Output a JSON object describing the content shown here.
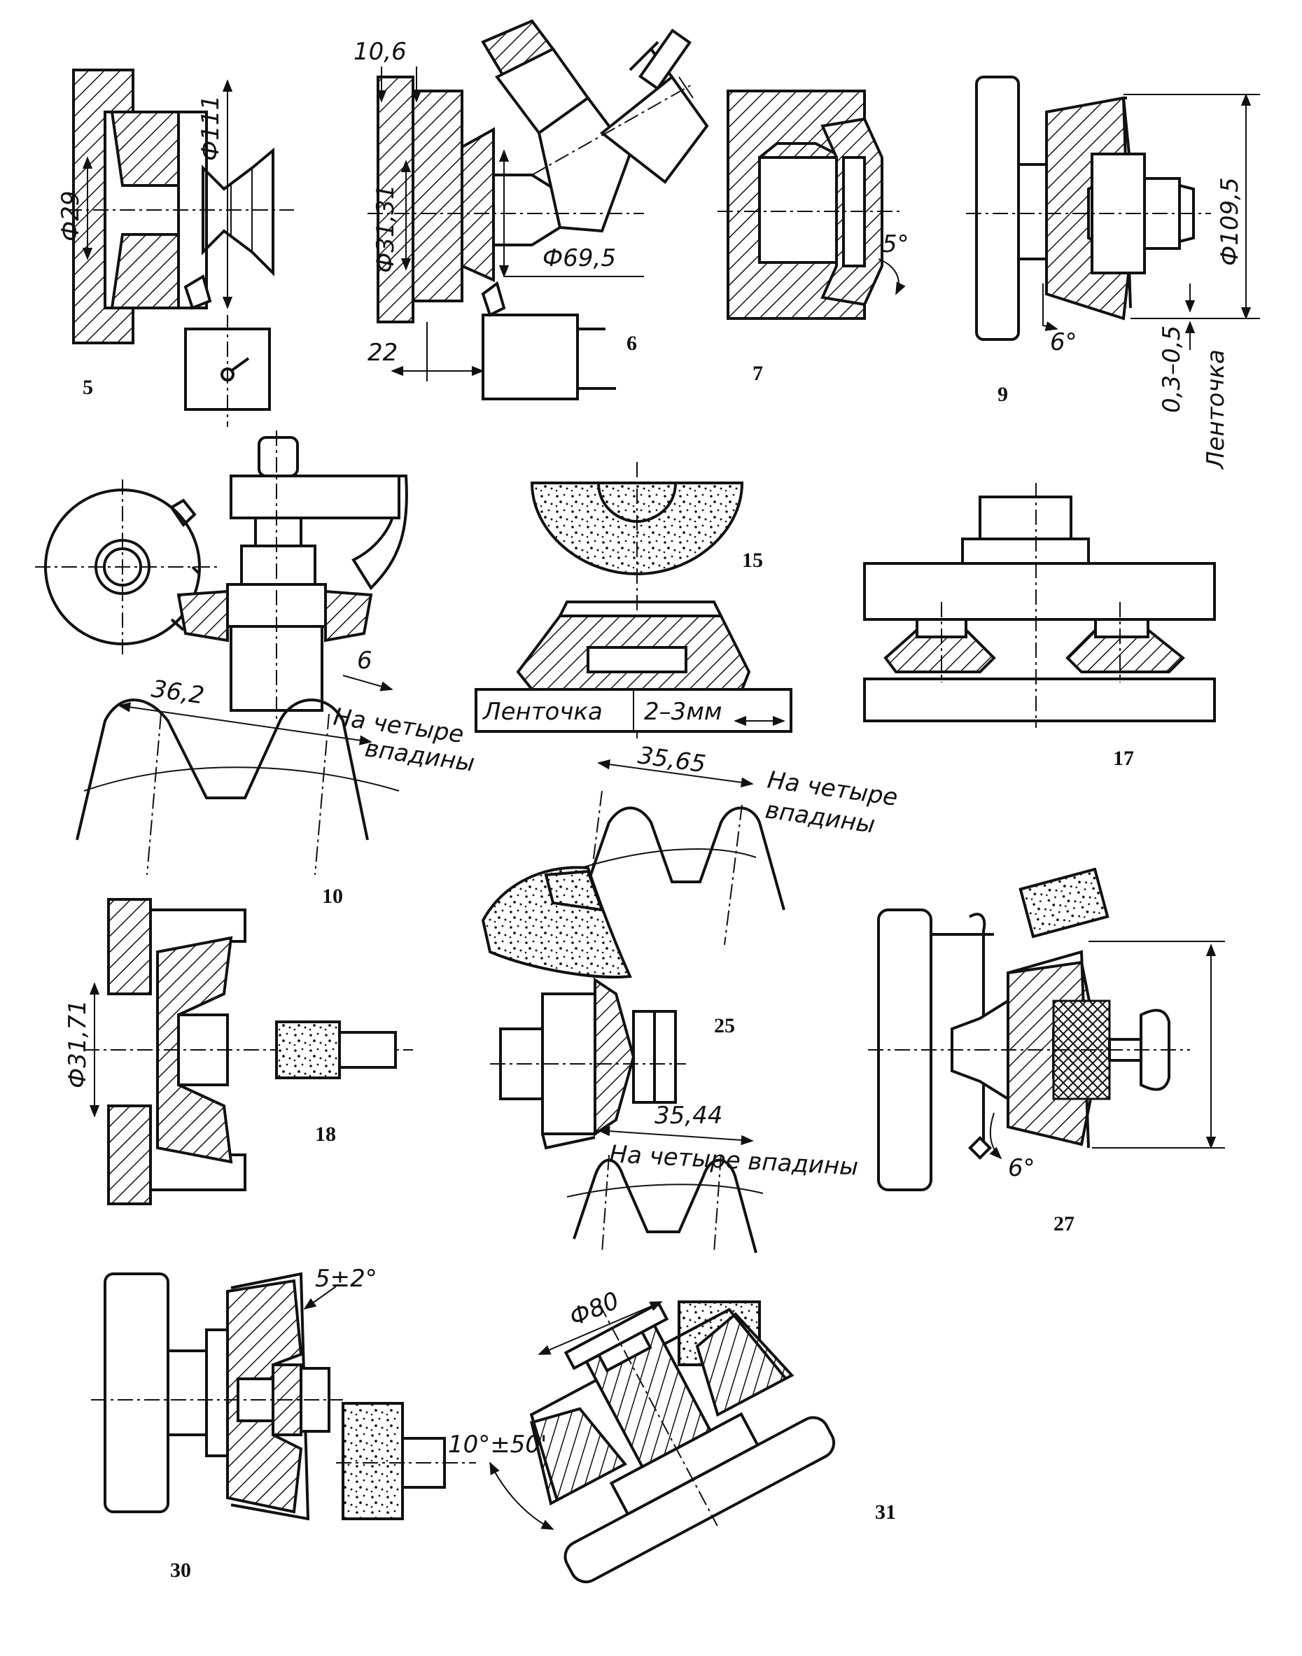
{
  "figures": [
    {
      "id": "fig5",
      "number": "5",
      "labels": {
        "d1": "Ф29",
        "d2": "Ф111"
      }
    },
    {
      "id": "fig6",
      "number": "6",
      "labels": {
        "d1": "10,6",
        "d2": "Ф31,31",
        "d3": "Ф69,5",
        "d4": "22"
      }
    },
    {
      "id": "fig7",
      "number": "7",
      "labels": {
        "a1": "5°"
      }
    },
    {
      "id": "fig9",
      "number": "9",
      "labels": {
        "d1": "Ф109,5",
        "a1": "6°",
        "d2": "0,3–0,5",
        "note": "Ленточка"
      }
    },
    {
      "id": "fig10",
      "number": "10",
      "labels": {
        "d1": "6",
        "d2": "36,2",
        "note1": "На четыре",
        "note2": "впадины"
      }
    },
    {
      "id": "fig15",
      "number": "15",
      "labels": {
        "note": "Ленточка",
        "d1": "2–3мм"
      }
    },
    {
      "id": "fig17",
      "number": "17",
      "labels": {}
    },
    {
      "id": "fig18",
      "number": "18",
      "labels": {
        "d1": "Ф31,71"
      }
    },
    {
      "id": "fig25",
      "number": "25",
      "labels": {
        "d1": "35,65",
        "note1": "На четыре",
        "note2": "впадины",
        "d2": "35,44",
        "note3": "На четыре впадины"
      }
    },
    {
      "id": "fig27",
      "number": "27",
      "labels": {
        "a1": "6°"
      }
    },
    {
      "id": "fig30",
      "number": "30",
      "labels": {
        "a1": "5±2°"
      }
    },
    {
      "id": "fig31",
      "number": "31",
      "labels": {
        "d1": "Ф80",
        "a1": "10°±50'"
      }
    }
  ]
}
